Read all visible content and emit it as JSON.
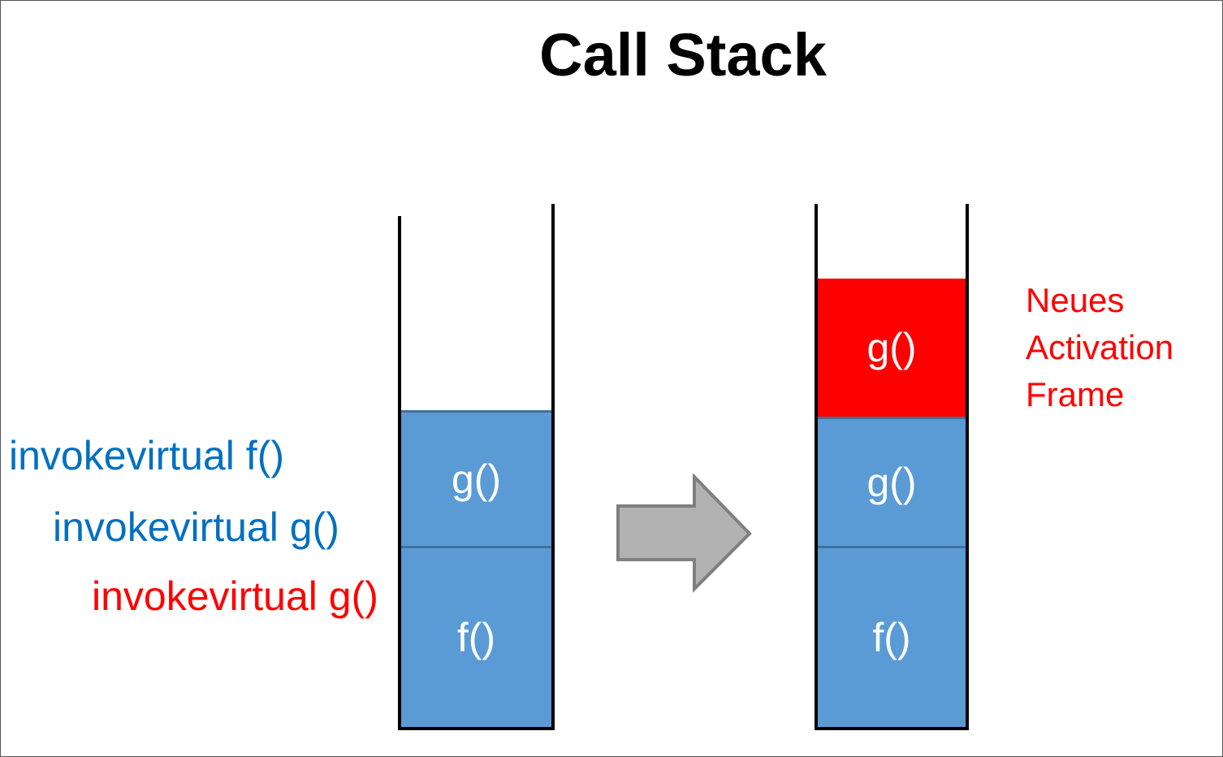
{
  "title": "Call Stack",
  "instructions": [
    {
      "text": "invokevirtual f()",
      "color": "#0070c0"
    },
    {
      "text": "invokevirtual g()",
      "color": "#0070c0"
    },
    {
      "text": "invokevirtual g()",
      "color": "#ff0000"
    }
  ],
  "stack_before": {
    "frames": [
      {
        "label": "g()",
        "color": "#5b9bd5"
      },
      {
        "label": "f()",
        "color": "#5b9bd5"
      }
    ]
  },
  "stack_after": {
    "frames": [
      {
        "label": "g()",
        "color": "#ff0000"
      },
      {
        "label": "g()",
        "color": "#5b9bd5"
      },
      {
        "label": "f()",
        "color": "#5b9bd5"
      }
    ]
  },
  "note": {
    "lines": [
      "Neues",
      "Activation",
      "Frame"
    ],
    "color": "#ff0000"
  },
  "arrow_icon": "right-arrow-icon",
  "colors": {
    "frame_blue": "#5b9bd5",
    "frame_border": "#41719c",
    "new_frame": "#ff0000",
    "arrow_fill": "#b2b2b2",
    "arrow_stroke": "#7f7f7f"
  }
}
